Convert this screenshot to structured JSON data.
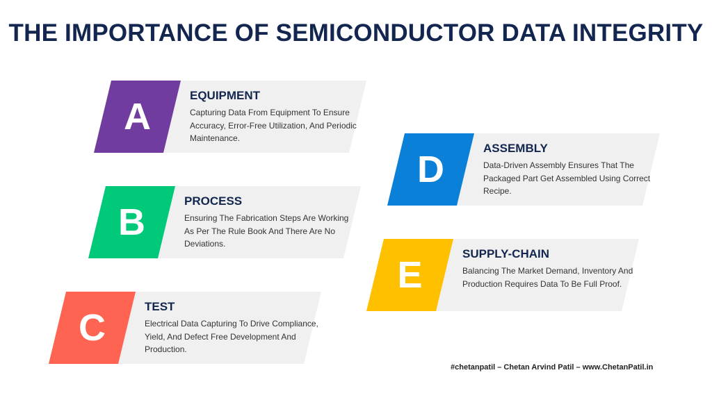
{
  "title": "THE IMPORTANCE OF SEMICONDUCTOR DATA INTEGRITY",
  "cards": [
    {
      "letter": "A",
      "heading": "EQUIPMENT",
      "description": "Capturing Data From Equipment To Ensure Accuracy, Error-Free Utilization, And Periodic Maintenance.",
      "color": "#703c9f"
    },
    {
      "letter": "B",
      "heading": "PROCESS",
      "description": "Ensuring The Fabrication Steps Are Working As Per The Rule Book And There Are No Deviations.",
      "color": "#00c97a"
    },
    {
      "letter": "C",
      "heading": "TEST",
      "description": "Electrical Data Capturing To Drive Compliance, Yield, And Defect Free Development And Production.",
      "color": "#ff6352"
    },
    {
      "letter": "D",
      "heading": "ASSEMBLY",
      "description": "Data-Driven Assembly Ensures That The Packaged Part Get Assembled Using Correct Recipe.",
      "color": "#0b80d8"
    },
    {
      "letter": "E",
      "heading": "SUPPLY-CHAIN",
      "description": "Balancing The Market Demand, Inventory And Production Requires Data To Be Full Proof.",
      "color": "#ffc000"
    }
  ],
  "footer": "#chetanpatil – Chetan Arvind Patil – www.ChetanPatil.in"
}
